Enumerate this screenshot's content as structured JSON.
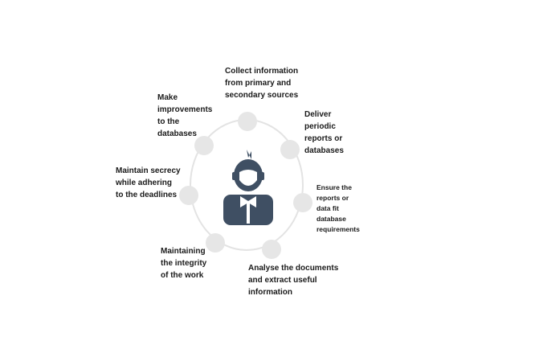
{
  "center": {
    "icon": "user-icon"
  },
  "items": [
    {
      "lines": [
        "Collect information",
        "from primary and",
        "secondary sources"
      ]
    },
    {
      "lines": [
        "Deliver",
        "periodic",
        "reports or",
        "databases"
      ]
    },
    {
      "lines": [
        "Ensure the",
        "reports or",
        "data fit",
        "database",
        "requirements"
      ]
    },
    {
      "lines": [
        "Analyse the documents",
        "and extract useful",
        "information"
      ]
    },
    {
      "lines": [
        "Maintaining",
        "the integrity",
        "of the work"
      ]
    },
    {
      "lines": [
        "Maintain secrecy",
        "while adhering",
        "to the deadlines"
      ]
    },
    {
      "lines": [
        "Make",
        "improvements",
        "to the",
        "databases"
      ]
    }
  ],
  "colors": {
    "ring": "#e3e3e3",
    "node": "#e6e6e6",
    "icon": "#3f4f63",
    "text": "#1a1a1a"
  }
}
